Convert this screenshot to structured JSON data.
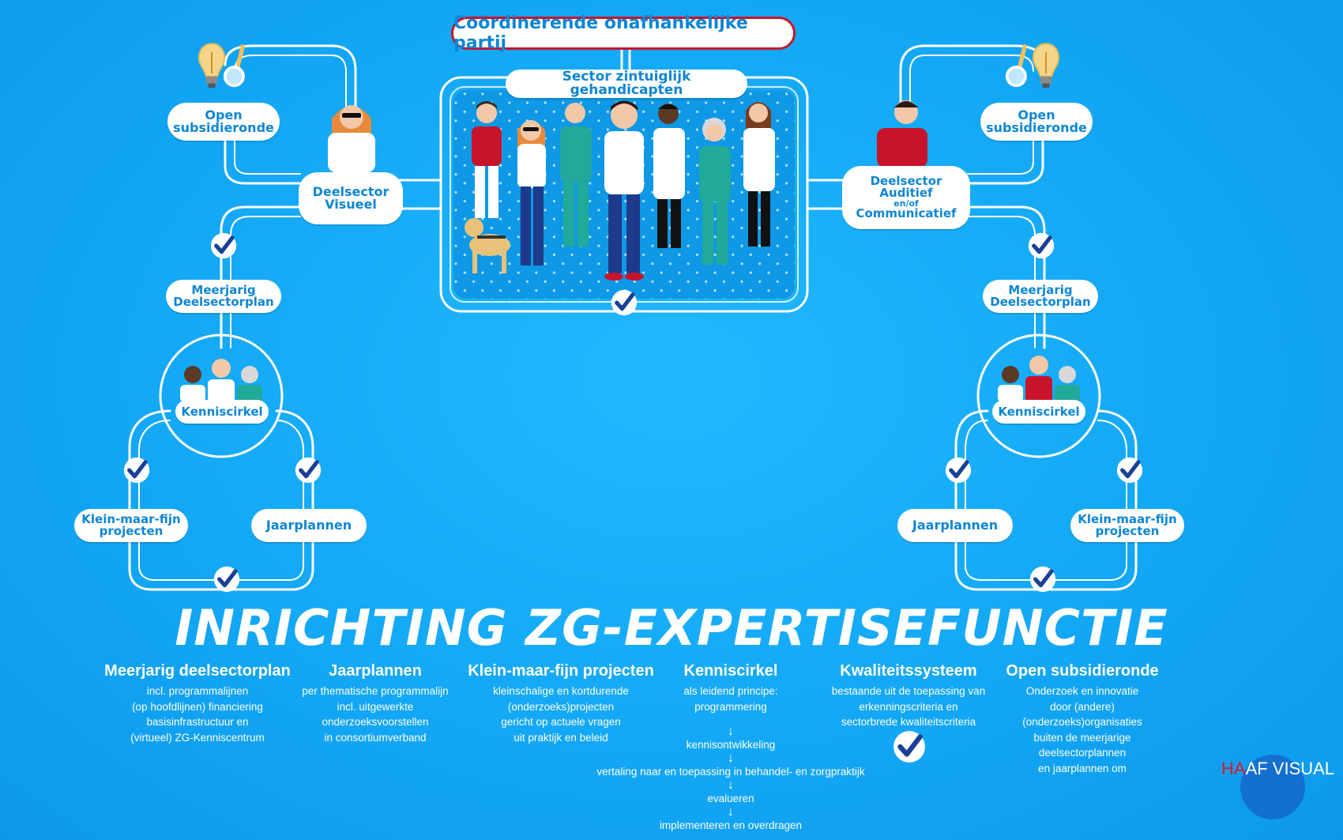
{
  "coordinator": "Coördinerende onafhankelijke partij",
  "sector": "Sector zintuiglijk gehandicapten",
  "left": {
    "subsidy": [
      "Open",
      "subsidieronde"
    ],
    "subsector": [
      "Deelsector",
      "Visueel"
    ],
    "plan": [
      "Meerjarig",
      "Deelsectorplan"
    ],
    "circle": "Kenniscirkel",
    "projects": [
      "Klein-maar-fijn",
      "projecten"
    ],
    "yearplans": "Jaarplannen"
  },
  "right": {
    "subsidy": [
      "Open",
      "subsidieronde"
    ],
    "subsector": [
      "Deelsector",
      "Auditief",
      "en/of",
      "Communicatief"
    ],
    "plan": [
      "Meerjarig",
      "Deelsectorplan"
    ],
    "circle": "Kenniscirkel",
    "projects": [
      "Klein-maar-fijn",
      "projecten"
    ],
    "yearplans": "Jaarplannen"
  },
  "main_title": "INRICHTING ZG-EXPERTISEFUNCTIE",
  "columns": [
    {
      "heading": "Meerjarig deelsectorplan",
      "lines": [
        "incl. programmalijnen",
        "(op hoofdlijnen) financiering",
        "basisinfrastructuur en",
        "(virtueel) ZG-Kenniscentrum"
      ]
    },
    {
      "heading": "Jaarplannen",
      "lines": [
        "per thematische programmalijn",
        "incl. uitgewerkte",
        "onderzoeksvoorstellen",
        "in consortiumverband"
      ]
    },
    {
      "heading": "Klein-maar-fijn projecten",
      "lines": [
        "kleinschalige en kortdurende",
        "(onderzoeks)projecten",
        "gericht op actuele vragen",
        "uit praktijk en beleid"
      ]
    },
    {
      "heading": "Kenniscirkel",
      "lines": [
        "als leidend principe:",
        "programmering"
      ]
    },
    {
      "heading": "Kwaliteitssysteem",
      "lines": [
        "bestaande uit de toepassing van",
        "erkenningscriteria en",
        "sectorbrede kwaliteitscriteria"
      ]
    },
    {
      "heading": "Open subsidieronde",
      "lines": [
        "Onderzoek en innovatie",
        "door (andere)",
        "(onderzoeks)organisaties",
        "buiten de meerjarige",
        "deelsectorplannen",
        "en jaarplannen om"
      ]
    }
  ],
  "flow": [
    "kennisontwikkeling",
    "vertaling naar en toepassing in behandel- en zorgpraktijk",
    "evalueren",
    "implementeren en overdragen"
  ],
  "logo": {
    "red": "HA",
    "white": "AF VISUAL"
  },
  "colors": {
    "background": "#12a6f4",
    "pill_text": "#0d86d3",
    "check": "#1a3f95",
    "accent_red": "#c8142b"
  }
}
